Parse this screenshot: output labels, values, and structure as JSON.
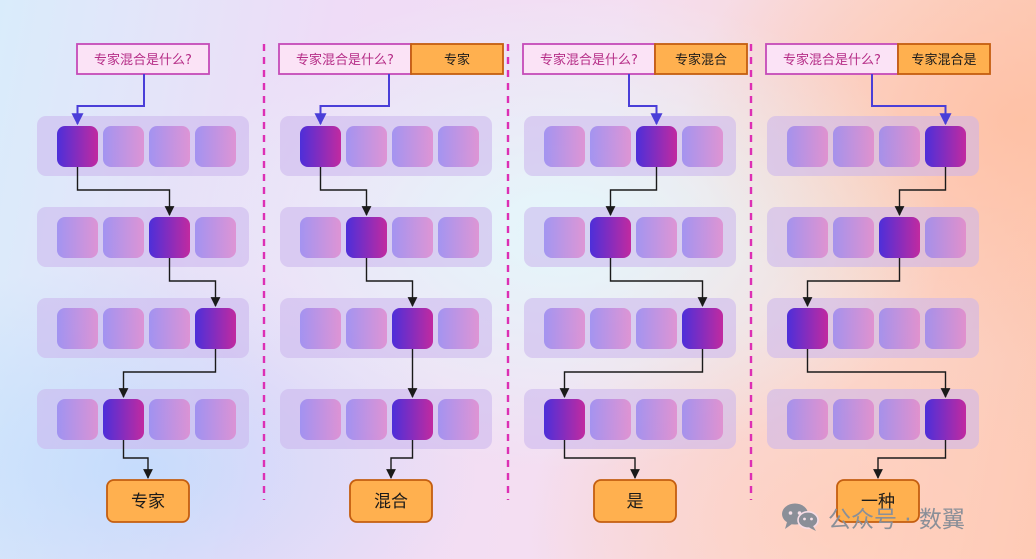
{
  "panels": [
    {
      "question": "专家混合是什么?",
      "generated": "",
      "active": [
        0,
        2,
        3,
        1
      ],
      "output": "专家"
    },
    {
      "question": "专家混合是什么?",
      "generated": "专家",
      "active": [
        0,
        1,
        2,
        2
      ],
      "output": "混合"
    },
    {
      "question": "专家混合是什么?",
      "generated": "专家混合",
      "active": [
        2,
        1,
        3,
        0
      ],
      "output": "是"
    },
    {
      "question": "专家混合是什么?",
      "generated": "专家混合是",
      "active": [
        3,
        2,
        0,
        3
      ],
      "output": "一种"
    }
  ],
  "watermark": {
    "text": "公众号 · 数翼",
    "icon": "wechat-icon"
  }
}
